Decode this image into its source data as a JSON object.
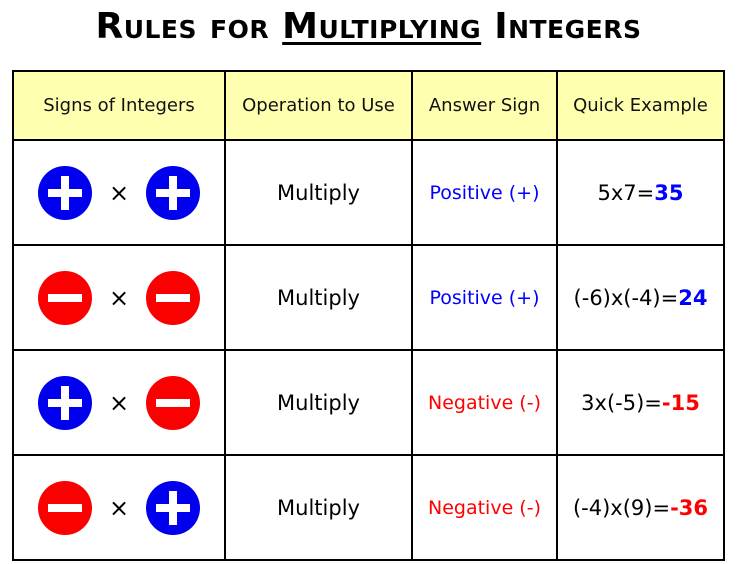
{
  "title": {
    "part_before": "Rules for ",
    "part_underlined": "Multiplying",
    "part_after": " Integers",
    "full": "Rules for Multiplying Integers"
  },
  "colors": {
    "header_background": "#ffffb0",
    "positive_blue": "#0000ff",
    "negative_red": "#ff0000",
    "circle_blue": "#0000ee",
    "circle_red": "#fb0000",
    "border": "#000000",
    "page_background": "#ffffff"
  },
  "chart_data": {
    "type": "table",
    "title": "Rules for Multiplying Integers",
    "columns": [
      "Signs of Integers",
      "Operation to Use",
      "Answer Sign",
      "Quick Example"
    ],
    "rows": [
      {
        "sign_left": "+",
        "sign_right": "+",
        "operator": "×",
        "operation": "Multiply",
        "answer_sign": "Positive (+)",
        "answer_sign_color": "#0000ff",
        "example_expression": "5x7=",
        "example_answer": "35",
        "example_full": "5x7=35",
        "example_answer_color": "#0000ff"
      },
      {
        "sign_left": "-",
        "sign_right": "-",
        "operator": "×",
        "operation": "Multiply",
        "answer_sign": "Positive (+)",
        "answer_sign_color": "#0000ff",
        "example_expression": "(-6)x(-4)=",
        "example_answer": "24",
        "example_full": "(-6)x(-4)=24",
        "example_answer_color": "#0000ff"
      },
      {
        "sign_left": "+",
        "sign_right": "-",
        "operator": "×",
        "operation": "Multiply",
        "answer_sign": "Negative (-)",
        "answer_sign_color": "#ff0000",
        "example_expression": "3x(-5)=",
        "example_answer": "-15",
        "example_full": "3x(-5)=-15",
        "example_answer_color": "#ff0000"
      },
      {
        "sign_left": "-",
        "sign_right": "+",
        "operator": "×",
        "operation": "Multiply",
        "answer_sign": "Negative (-)",
        "answer_sign_color": "#ff0000",
        "example_expression": "(-4)x(9)=",
        "example_answer": "-36",
        "example_full": "(-4)x(9)=-36",
        "example_answer_color": "#ff0000"
      }
    ]
  }
}
